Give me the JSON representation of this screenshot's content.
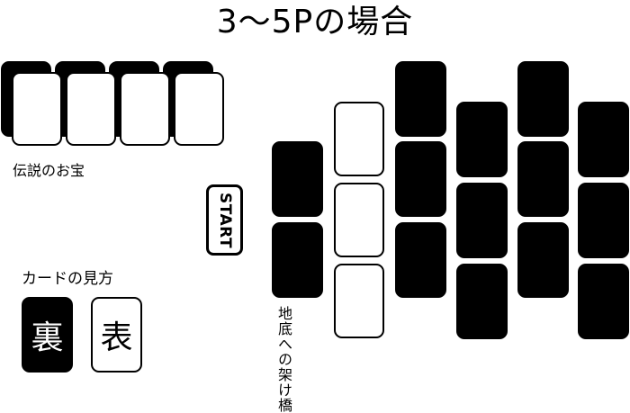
{
  "title": "3〜5Pの場合",
  "treasure_label": "伝説のお宝",
  "start_label": "START",
  "bridge_label": "地底への架け橋",
  "legend": {
    "heading": "カードの見方",
    "back": "裏",
    "front": "表"
  },
  "colors": {
    "card_back": "#000000",
    "card_front": "#ffffff"
  }
}
